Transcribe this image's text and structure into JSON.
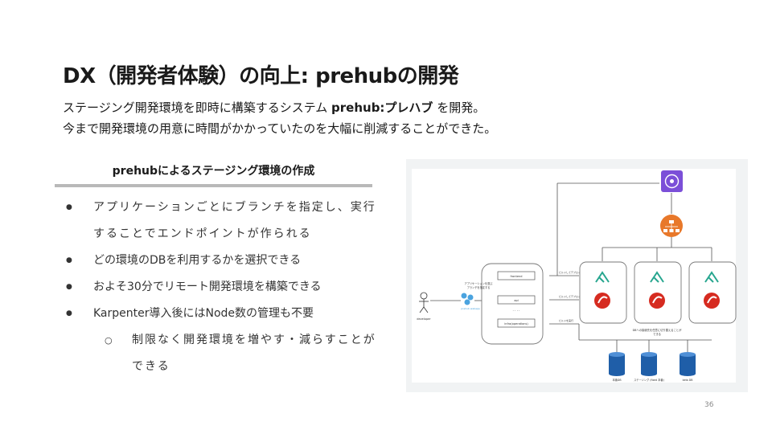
{
  "slide": {
    "title": "DX（開発者体験）の向上: prehubの開発",
    "lead_line1_pre": "ステージング開発環境を即時に構築するシステム ",
    "lead_line1_bold": "prehub:プレハブ",
    "lead_line1_post": " を開発。",
    "lead_line2": "今まで開発環境の用意に時間がかかっていたのを大幅に削減することができた。",
    "section_title": "prehubによるステージング環境の作成",
    "bullets": [
      "アプリケーションごとにブランチを指定し、実行",
      "することでエンドポイントが作られる",
      "どの環境のDBを利用するかを選択できる",
      "およそ30分でリモート開発環境を構築できる",
      "Karpenter導入後にはNode数の管理も不要",
      "制限なく開発環境を増やす・減らすことが",
      "できる"
    ],
    "page_number": "36"
  },
  "diagram": {
    "developer_label": "developer",
    "app_label_1": "アプリケーションを選ぶ",
    "app_label_2": "ブランチを指定する",
    "app_caption": "prehub webapp",
    "list_items": [
      "frontend",
      "api",
      "· · · ·",
      "infra(operations)"
    ],
    "branch_labels": [
      "ビルドしてデプロイ",
      "ビルドしてデプロイ",
      "ビルドを実行"
    ],
    "db_switch_label_1": "DBへの接続先を任意に切り替えることが",
    "db_switch_label_2": "できる",
    "db_labels": [
      "本番DB",
      "ステージング (fixed 本番)",
      "beta DB"
    ],
    "colors": {
      "purple": "#7b4fd8",
      "orange": "#e8782a",
      "teal": "#27a68f",
      "red": "#d62b20",
      "db_blue": "#1f5ea8",
      "line": "#555555"
    }
  }
}
